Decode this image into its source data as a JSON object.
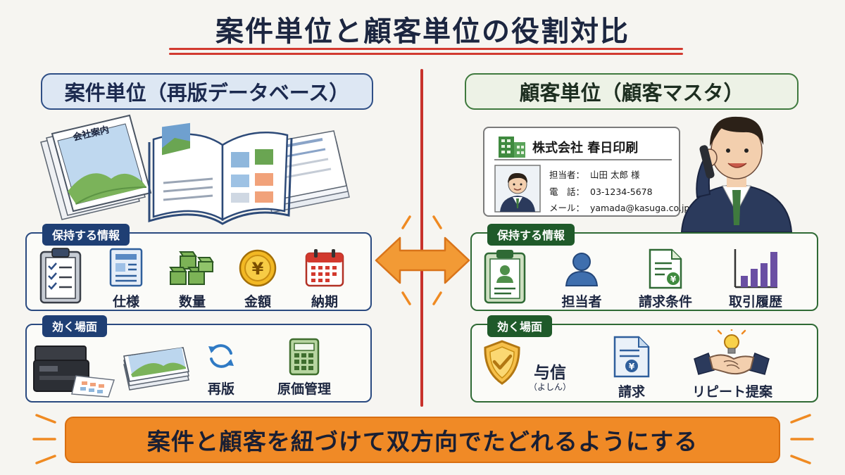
{
  "title": "案件単位と顧客単位の役割対比",
  "left": {
    "heading": "案件単位（再版データベース）",
    "brochure_label": "会社案内",
    "info_tag": "保持する情報",
    "info_items": [
      "仕様",
      "数量",
      "金額",
      "納期"
    ],
    "use_tag": "効く場面",
    "use_items": [
      "再版",
      "原価管理"
    ]
  },
  "right": {
    "heading": "顧客単位（顧客マスタ）",
    "card": {
      "company": "株式会社 春日印刷",
      "rows": [
        {
          "key": "担当者：",
          "value": "山田 太郎 様"
        },
        {
          "key": "電　話：",
          "value": "03-1234-5678"
        },
        {
          "key": "メール：",
          "value": "yamada@kasuga.co.jp"
        }
      ]
    },
    "info_tag": "保持する情報",
    "info_items": [
      "担当者",
      "請求条件",
      "取引履歴"
    ],
    "use_tag": "効く場面",
    "use_items": [
      {
        "label": "与信",
        "sub": "（よしん）"
      },
      {
        "label": "請求",
        "sub": ""
      },
      {
        "label": "リピート提案",
        "sub": ""
      }
    ]
  },
  "banner": "案件と顧客を紐づけて双方向でたどれるようにする",
  "icons": {
    "yen_symbol": "¥"
  },
  "colors": {
    "accent_red": "#c8322c",
    "navy": "#1f3f74",
    "green": "#1f5a2a",
    "orange": "#f08a26"
  }
}
